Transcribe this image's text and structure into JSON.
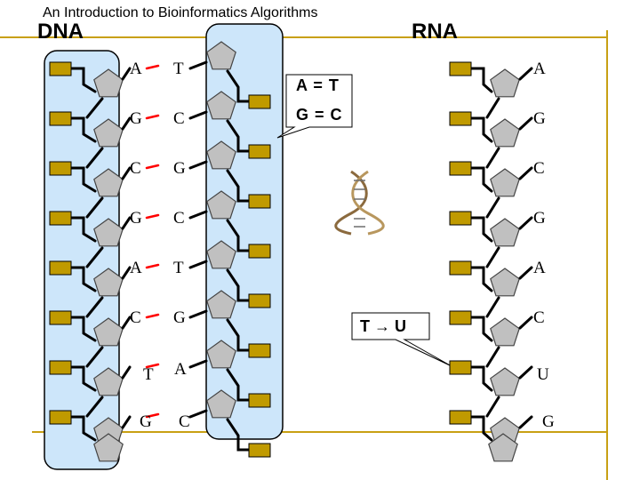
{
  "header": {
    "title": "An Introduction to Bioinformatics Algorithms",
    "dna_label": "DNA",
    "rna_label": "RNA"
  },
  "dna": {
    "left_strand": [
      "A",
      "G",
      "C",
      "G",
      "A",
      "C",
      "T",
      "G"
    ],
    "right_strand": [
      "T",
      "C",
      "G",
      "C",
      "T",
      "G",
      "A",
      "C"
    ]
  },
  "rna": {
    "strand": [
      "A",
      "G",
      "C",
      "G",
      "A",
      "C",
      "U",
      "G"
    ]
  },
  "rules": {
    "pair1": "A = T",
    "pair2": "G = C",
    "transcription": "T → U"
  },
  "icons": {
    "helix": "double-helix-icon"
  },
  "colors": {
    "panel_fill": "#cde6fa",
    "sugar_fill": "#c0c0c0",
    "phosphate_fill": "#c09a00",
    "bond": "#ff0000",
    "rule_line": "#c8a014"
  }
}
